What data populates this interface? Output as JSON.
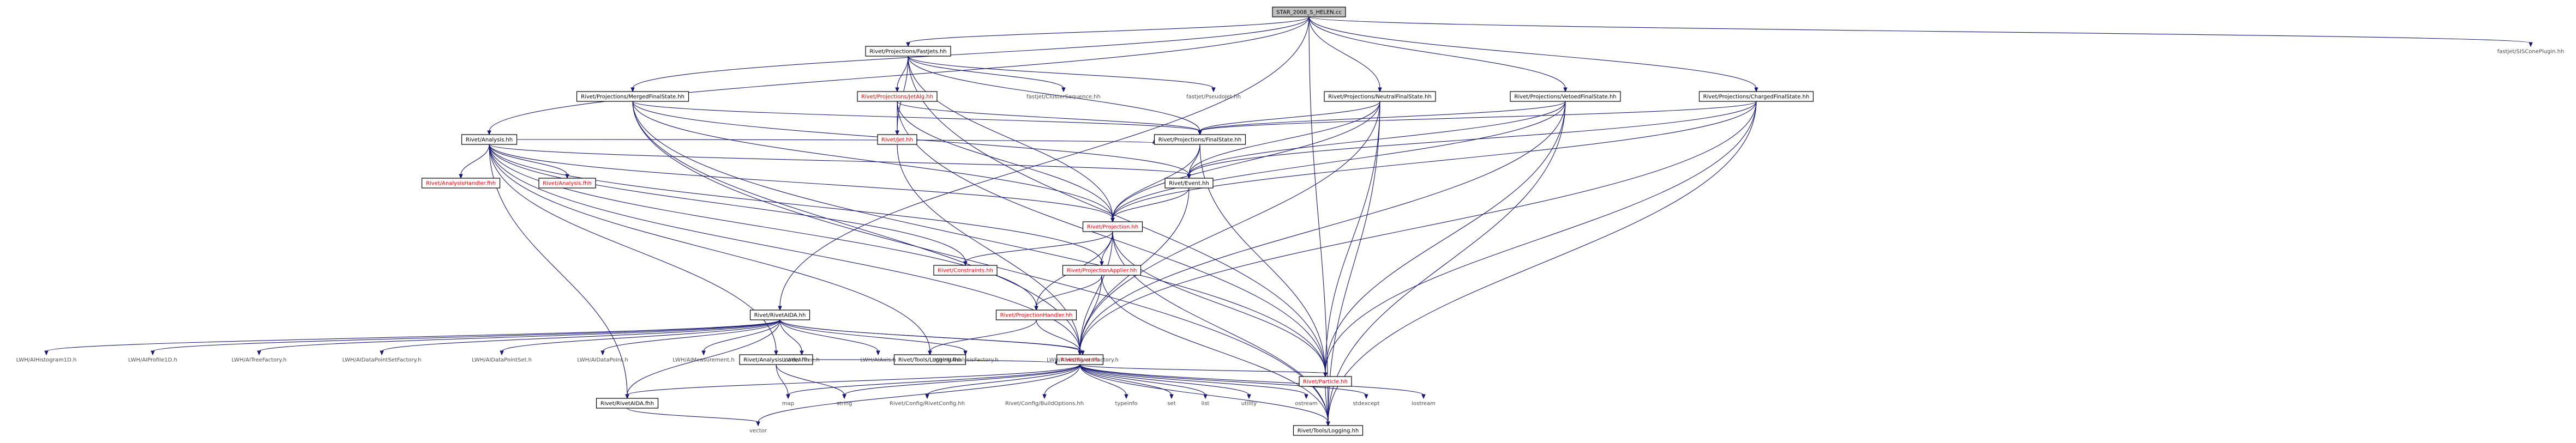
{
  "colors": {
    "edge": "#191970",
    "root_fill": "#bfbfbf",
    "missing_text": "#ff0000",
    "plain_text": "#4d4d4d"
  },
  "nodes": [
    {
      "id": "root",
      "label": "STAR_2008_S_HELEN.cc",
      "kind": "root"
    },
    {
      "id": "fastjets",
      "label": "Rivet/Projections/FastJets.hh",
      "kind": "boxed"
    },
    {
      "id": "siscone",
      "label": "fastjet/SISConePlugin.hh",
      "kind": "plain"
    },
    {
      "id": "mergedfs",
      "label": "Rivet/Projections/MergedFinalState.hh",
      "kind": "boxed"
    },
    {
      "id": "jetalg",
      "label": "Rivet/Projections/JetAlg.hh",
      "kind": "missing"
    },
    {
      "id": "clusterseq",
      "label": "fastjet/ClusterSequence.hh",
      "kind": "plain"
    },
    {
      "id": "pseudojet",
      "label": "fastjet/PseudoJet.hh",
      "kind": "plain"
    },
    {
      "id": "neutralfs",
      "label": "Rivet/Projections/NeutralFinalState.hh",
      "kind": "boxed"
    },
    {
      "id": "vetoedfs",
      "label": "Rivet/Projections/VetoedFinalState.hh",
      "kind": "boxed"
    },
    {
      "id": "chargedfs",
      "label": "Rivet/Projections/ChargedFinalState.hh",
      "kind": "boxed"
    },
    {
      "id": "analysis",
      "label": "Rivet/Analysis.hh",
      "kind": "boxed"
    },
    {
      "id": "jet",
      "label": "Rivet/Jet.hh",
      "kind": "missing"
    },
    {
      "id": "finalstate",
      "label": "Rivet/Projections/FinalState.hh",
      "kind": "boxed"
    },
    {
      "id": "event",
      "label": "Rivet/Event.hh",
      "kind": "boxed"
    },
    {
      "id": "ahandler",
      "label": "Rivet/AnalysisHandler.fhh",
      "kind": "missing"
    },
    {
      "id": "afhh",
      "label": "Rivet/Analysis.fhh",
      "kind": "missing"
    },
    {
      "id": "projection",
      "label": "Rivet/Projection.hh",
      "kind": "missing"
    },
    {
      "id": "constraints",
      "label": "Rivet/Constraints.hh",
      "kind": "missing"
    },
    {
      "id": "projapplier",
      "label": "Rivet/ProjectionApplier.hh",
      "kind": "missing"
    },
    {
      "id": "projhandler",
      "label": "Rivet/ProjectionHandler.hh",
      "kind": "missing"
    },
    {
      "id": "rivetaida",
      "label": "Rivet/RivetAIDA.hh",
      "kind": "boxed"
    },
    {
      "id": "aloader",
      "label": "Rivet/AnalysisLoader.hh",
      "kind": "boxed"
    },
    {
      "id": "loggingfhh",
      "label": "Rivet/Tools/Logging.fhh",
      "kind": "boxed"
    },
    {
      "id": "rivethh",
      "label": "Rivet/Rivet.hh",
      "kind": "missing"
    },
    {
      "id": "h1d",
      "label": "LWH/AIHistogram1D.h",
      "kind": "plain"
    },
    {
      "id": "p1d",
      "label": "LWH/AIProfile1D.h",
      "kind": "plain"
    },
    {
      "id": "treefact",
      "label": "LWH/AITreeFactory.h",
      "kind": "plain"
    },
    {
      "id": "dpsfact",
      "label": "LWH/AIDataPointSetFactory.h",
      "kind": "plain"
    },
    {
      "id": "dps",
      "label": "LWH/AIDataPointSet.h",
      "kind": "plain"
    },
    {
      "id": "dp",
      "label": "LWH/AIDataPoint.h",
      "kind": "plain"
    },
    {
      "id": "meas",
      "label": "LWH/AIMeasurement.h",
      "kind": "plain"
    },
    {
      "id": "tree",
      "label": "LWH/AITree.h",
      "kind": "plain"
    },
    {
      "id": "axis",
      "label": "LWH/AIAxis.h",
      "kind": "plain"
    },
    {
      "id": "afact",
      "label": "LWH/AIAnalysisFactory.h",
      "kind": "plain"
    },
    {
      "id": "hfact",
      "label": "LWH/AIHistogramFactory.h",
      "kind": "plain"
    },
    {
      "id": "rivetaidafhh",
      "label": "Rivet/RivetAIDA.fhh",
      "kind": "boxed"
    },
    {
      "id": "map",
      "label": "map",
      "kind": "plain"
    },
    {
      "id": "string",
      "label": "string",
      "kind": "plain"
    },
    {
      "id": "rivetconfig",
      "label": "Rivet/Config/RivetConfig.hh",
      "kind": "plain"
    },
    {
      "id": "buildopts",
      "label": "Rivet/Config/BuildOptions.hh",
      "kind": "plain"
    },
    {
      "id": "typeinfo",
      "label": "typeinfo",
      "kind": "plain"
    },
    {
      "id": "set",
      "label": "set",
      "kind": "plain"
    },
    {
      "id": "list",
      "label": "list",
      "kind": "plain"
    },
    {
      "id": "utility",
      "label": "utility",
      "kind": "plain"
    },
    {
      "id": "ostream",
      "label": "ostream",
      "kind": "plain"
    },
    {
      "id": "stdexcept",
      "label": "stdexcept",
      "kind": "plain"
    },
    {
      "id": "iostream",
      "label": "iostream",
      "kind": "plain"
    },
    {
      "id": "particle",
      "label": "Rivet/Particle.hh",
      "kind": "missing"
    },
    {
      "id": "vector",
      "label": "vector",
      "kind": "plain"
    },
    {
      "id": "logginghh",
      "label": "Rivet/Tools/Logging.hh",
      "kind": "boxed"
    }
  ],
  "edges": [
    [
      "root",
      "fastjets"
    ],
    [
      "root",
      "siscone"
    ],
    [
      "root",
      "mergedfs"
    ],
    [
      "root",
      "neutralfs"
    ],
    [
      "root",
      "vetoedfs"
    ],
    [
      "root",
      "chargedfs"
    ],
    [
      "root",
      "analysis"
    ],
    [
      "root",
      "rivetaida"
    ],
    [
      "root",
      "logginghh"
    ],
    [
      "fastjets",
      "jetalg"
    ],
    [
      "fastjets",
      "clusterseq"
    ],
    [
      "fastjets",
      "pseudojet"
    ],
    [
      "fastjets",
      "finalstate"
    ],
    [
      "fastjets",
      "jet"
    ],
    [
      "fastjets",
      "particle"
    ],
    [
      "fastjets",
      "projection"
    ],
    [
      "mergedfs",
      "finalstate"
    ],
    [
      "mergedfs",
      "projection"
    ],
    [
      "mergedfs",
      "event"
    ],
    [
      "mergedfs",
      "rivethh"
    ],
    [
      "mergedfs",
      "logginghh"
    ],
    [
      "mergedfs",
      "particle"
    ],
    [
      "jetalg",
      "jet"
    ],
    [
      "jetalg",
      "finalstate"
    ],
    [
      "jetalg",
      "projection"
    ],
    [
      "jetalg",
      "particle"
    ],
    [
      "neutralfs",
      "finalstate"
    ],
    [
      "neutralfs",
      "event"
    ],
    [
      "neutralfs",
      "projection"
    ],
    [
      "neutralfs",
      "rivethh"
    ],
    [
      "neutralfs",
      "particle"
    ],
    [
      "neutralfs",
      "logginghh"
    ],
    [
      "vetoedfs",
      "finalstate"
    ],
    [
      "vetoedfs",
      "event"
    ],
    [
      "vetoedfs",
      "projection"
    ],
    [
      "vetoedfs",
      "rivethh"
    ],
    [
      "vetoedfs",
      "particle"
    ],
    [
      "vetoedfs",
      "logginghh"
    ],
    [
      "chargedfs",
      "finalstate"
    ],
    [
      "chargedfs",
      "event"
    ],
    [
      "chargedfs",
      "projection"
    ],
    [
      "chargedfs",
      "rivethh"
    ],
    [
      "chargedfs",
      "particle"
    ],
    [
      "chargedfs",
      "logginghh"
    ],
    [
      "analysis",
      "ahandler"
    ],
    [
      "analysis",
      "afhh"
    ],
    [
      "analysis",
      "event"
    ],
    [
      "analysis",
      "projection"
    ],
    [
      "analysis",
      "constraints"
    ],
    [
      "analysis",
      "projhandler"
    ],
    [
      "analysis",
      "projapplier"
    ],
    [
      "analysis",
      "aloader"
    ],
    [
      "analysis",
      "loggingfhh"
    ],
    [
      "analysis",
      "rivethh"
    ],
    [
      "analysis",
      "rivetaidafhh"
    ],
    [
      "analysis",
      "finalstate"
    ],
    [
      "jet",
      "rivethh"
    ],
    [
      "finalstate",
      "event"
    ],
    [
      "finalstate",
      "projection"
    ],
    [
      "finalstate",
      "particle"
    ],
    [
      "event",
      "projection"
    ],
    [
      "event",
      "rivethh"
    ],
    [
      "projection",
      "constraints"
    ],
    [
      "projection",
      "projapplier"
    ],
    [
      "projection",
      "projhandler"
    ],
    [
      "projection",
      "rivethh"
    ],
    [
      "projection",
      "logginghh"
    ],
    [
      "projection",
      "particle"
    ],
    [
      "projapplier",
      "projhandler"
    ],
    [
      "projapplier",
      "rivethh"
    ],
    [
      "projapplier",
      "logginghh"
    ],
    [
      "projhandler",
      "rivethh"
    ],
    [
      "projhandler",
      "loggingfhh"
    ],
    [
      "rivetaida",
      "h1d"
    ],
    [
      "rivetaida",
      "p1d"
    ],
    [
      "rivetaida",
      "treefact"
    ],
    [
      "rivetaida",
      "dpsfact"
    ],
    [
      "rivetaida",
      "dps"
    ],
    [
      "rivetaida",
      "dp"
    ],
    [
      "rivetaida",
      "meas"
    ],
    [
      "rivetaida",
      "tree"
    ],
    [
      "rivetaida",
      "axis"
    ],
    [
      "rivetaida",
      "afact"
    ],
    [
      "rivetaida",
      "hfact"
    ],
    [
      "rivetaida",
      "rivetaidafhh"
    ],
    [
      "rivetaida",
      "rivethh"
    ],
    [
      "aloader",
      "rivethh"
    ],
    [
      "aloader",
      "map"
    ],
    [
      "aloader",
      "string"
    ],
    [
      "rivethh",
      "map"
    ],
    [
      "rivethh",
      "string"
    ],
    [
      "rivethh",
      "rivetconfig"
    ],
    [
      "rivethh",
      "buildopts"
    ],
    [
      "rivethh",
      "typeinfo"
    ],
    [
      "rivethh",
      "set"
    ],
    [
      "rivethh",
      "list"
    ],
    [
      "rivethh",
      "utility"
    ],
    [
      "rivethh",
      "ostream"
    ],
    [
      "rivethh",
      "stdexcept"
    ],
    [
      "rivethh",
      "iostream"
    ],
    [
      "rivethh",
      "particle"
    ],
    [
      "rivethh",
      "vector"
    ],
    [
      "rivethh",
      "rivetaidafhh"
    ],
    [
      "rivethh",
      "logginghh"
    ],
    [
      "particle",
      "logginghh"
    ],
    [
      "rivetaidafhh",
      "vector"
    ]
  ]
}
